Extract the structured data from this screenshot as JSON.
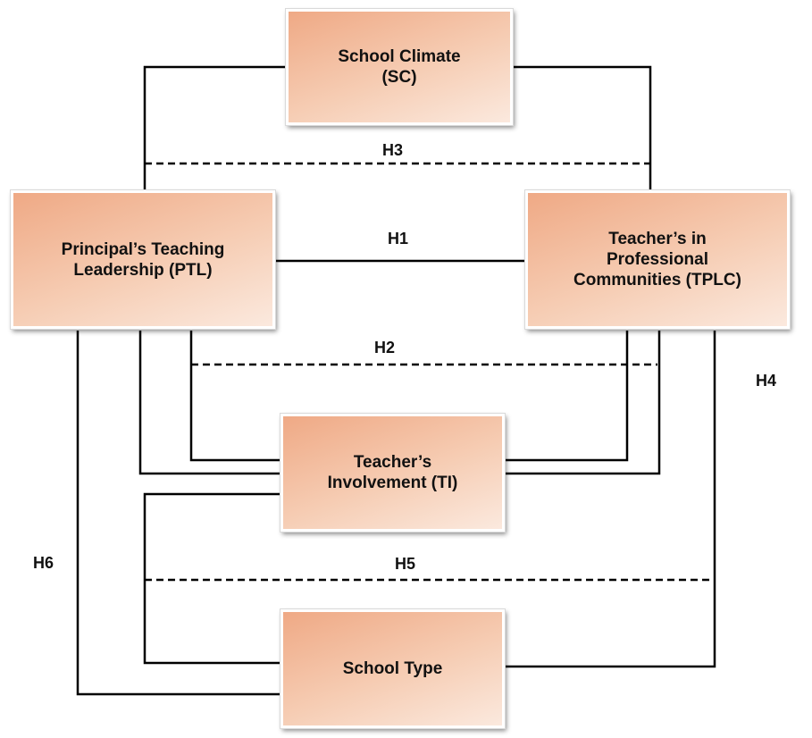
{
  "nodes": {
    "school_climate": "School Climate\n(SC)",
    "ptl": "Principal’s Teaching\nLeadership (PTL)",
    "tplc": "Teacher’s in\nProfessional\nCommunities (TPLC)",
    "ti": "Teacher’s\nInvolvement (TI)",
    "school_type": "School Type"
  },
  "hypotheses": {
    "h1": "H1",
    "h2": "H2",
    "h3": "H3",
    "h4": "H4",
    "h5": "H5",
    "h6": "H6"
  }
}
